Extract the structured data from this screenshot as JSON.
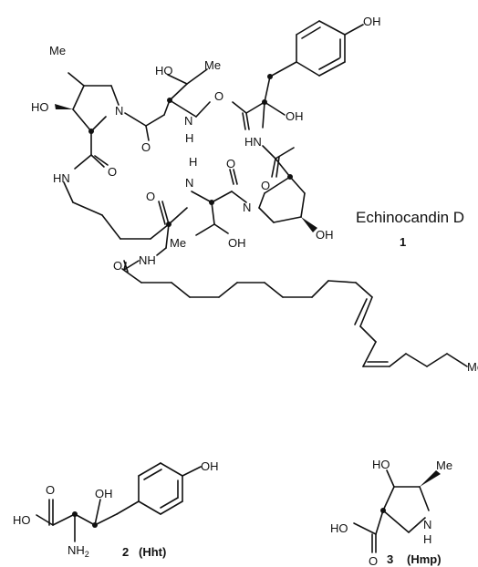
{
  "compound_1": {
    "name": "Echinocandin D",
    "number": "1",
    "atom_labels": {
      "me_top": "Me",
      "ho_left": "HO",
      "n_pyr1": "N",
      "ho_thr": "HO",
      "me_thr": "Me",
      "o_carb1": "O",
      "n_amide1": "N",
      "h_amide1": "H",
      "o_carb2": "O",
      "oh_tyr_ring": "OH",
      "oh_tyr_chain": "OH",
      "hn_left": "HN",
      "o_carb3": "O",
      "hn_right": "HN",
      "o_carb4": "O",
      "h_amide2": "H",
      "n_amide2": "N",
      "o_carb5": "O",
      "o_carb6": "O",
      "n_pyr2": "N",
      "me_thr2": "Me",
      "oh_thr2": "OH",
      "oh_pyr2": "OH",
      "o_acyl": "O",
      "nh_acyl": "NH",
      "me_chain": "Me"
    }
  },
  "compound_2": {
    "number": "2",
    "abbr": "(Hht)",
    "atom_labels": {
      "o": "O",
      "ho": "HO",
      "oh": "OH",
      "oh_ring": "OH",
      "nh": "NH",
      "nh_sub": "2"
    }
  },
  "compound_3": {
    "number": "3",
    "abbr": "(Hmp)",
    "atom_labels": {
      "ho_top": "HO",
      "me": "Me",
      "ho_acid": "HO",
      "o": "O",
      "n": "N",
      "h": "H"
    }
  }
}
